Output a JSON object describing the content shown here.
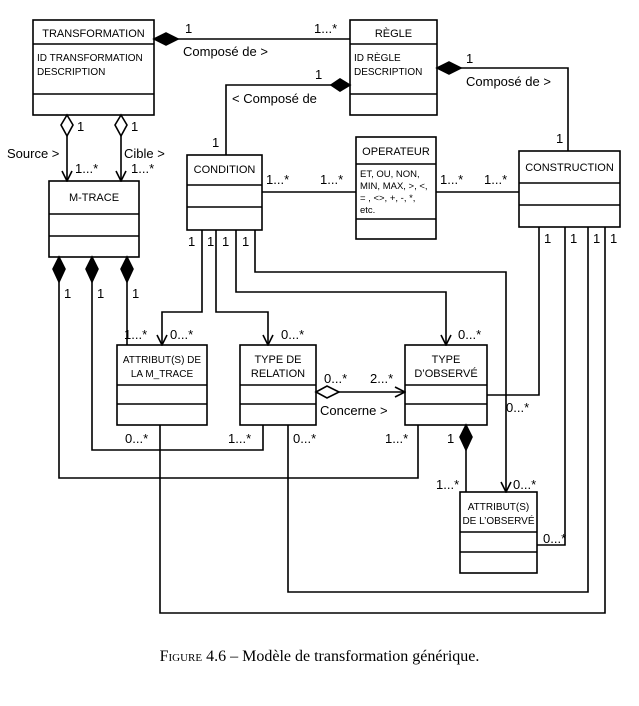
{
  "classes": {
    "transformation": {
      "title": "TRANSFORMATION",
      "attributes": [
        "ID TRANSFORMATION",
        "DESCRIPTION"
      ]
    },
    "regle": {
      "title": "RÈGLE",
      "attributes": [
        "ID RÈGLE",
        "DESCRIPTION"
      ]
    },
    "mtrace": {
      "title": "M-TRACE"
    },
    "condition": {
      "title": "CONDITION"
    },
    "operateur": {
      "title": "OPERATEUR",
      "attributes": [
        "ET, OU, NON,",
        "MIN, MAX, >, <,",
        "= , <>, +, -, *,",
        "etc."
      ]
    },
    "construction": {
      "title": "CONSTRUCTION"
    },
    "attribut_mtrace": {
      "title_lines": [
        "ATTRIBUT(S) DE",
        "LA M_TRACE"
      ]
    },
    "type_relation": {
      "title_lines": [
        "TYPE DE",
        "RELATION"
      ]
    },
    "type_observe": {
      "title_lines": [
        "TYPE",
        "D’OBSERVÉ"
      ]
    },
    "attribut_observe": {
      "title_lines": [
        "ATTRIBUT(S)",
        "DE L’OBSERVÉ"
      ]
    }
  },
  "labels": {
    "compose_de_1": "Composé de >",
    "compose_de_2": "Composé de >",
    "compose_de_3": "< Composé de",
    "source": "Source >",
    "cible": "Cible >",
    "concerne": "Concerne >"
  },
  "multiplicities": {
    "trans_regle_a": "1",
    "trans_regle_b": "1...*",
    "regle_constr_a": "1",
    "regle_constr_b": "1",
    "regle_cond_a": "1",
    "regle_cond_b": "1",
    "source_a": "1",
    "source_b": "1...*",
    "cible_a": "1",
    "cible_b": "1...*",
    "cond_op_a": "1...*",
    "cond_op_b": "1...*",
    "op_constr_a": "1...*",
    "op_constr_b": "1...*",
    "cond_1": "1",
    "cond_2": "1",
    "cond_3": "1",
    "cond_4": "1",
    "mtrace_1": "1",
    "mtrace_2": "1",
    "mtrace_3": "1",
    "attr_mtrace_top_a": "1...*",
    "attr_mtrace_top_b": "0...*",
    "type_rel_top": "0...*",
    "type_obs_top": "0...*",
    "concerne_a": "0...*",
    "concerne_b": "2...*",
    "constr_typeobs": "0...*",
    "attr_mtrace_bottom": "0...*",
    "type_rel_bottom_a": "1...*",
    "type_rel_bottom_b": "0...*",
    "type_obs_bottom": "1...*",
    "typeobs_attrobs_a": "1",
    "typeobs_attrobs_b": "1...*",
    "attrobs_top": "0...*",
    "attrobs_right": "0...*",
    "constr_1": "1",
    "constr_2": "1",
    "constr_3": "1",
    "constr_4": "1"
  },
  "caption": {
    "prefix": "Figure 4.6",
    "text": " – Modèle de transformation générique."
  }
}
